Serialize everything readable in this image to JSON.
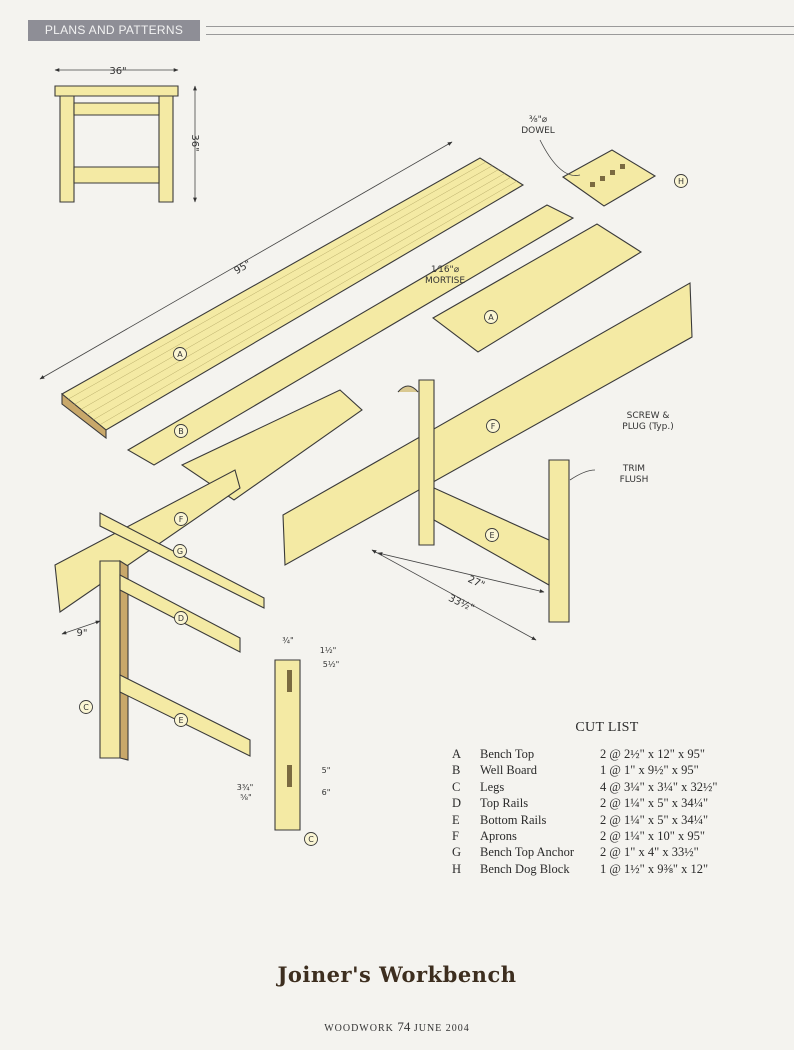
{
  "header": {
    "section_label": "PLANS AND PATTERNS"
  },
  "drawing": {
    "wood_color": "#f4eaa4",
    "end_grain_color": "#c9a86a",
    "line_color": "#3a3a3a",
    "part_labels": [
      "A",
      "A",
      "B",
      "C",
      "C",
      "D",
      "E",
      "E",
      "F",
      "F",
      "G",
      "H"
    ],
    "dimensions": {
      "front_width": "36\"",
      "front_height": "36\"",
      "length": "95\"",
      "span": "27\"",
      "span_outer": "33½\"",
      "overhang": "9\"",
      "tenon_thickness": "¾\"",
      "tenon_top": "1½\"",
      "tenon_length": "5½\"",
      "mortise_top": "5\"",
      "mortise_bottom": "6\"",
      "rail_end": "3¾\"",
      "rail_setback": "⅝\""
    },
    "callouts": {
      "dowel": [
        "⅜\"⌀",
        "DOWEL"
      ],
      "mortise": [
        "1⁄16\"⌀",
        "MORTISE"
      ],
      "screw_plug": [
        "SCREW &",
        "PLUG (Typ.)"
      ],
      "trim_flush": [
        "TRIM",
        "FLUSH"
      ]
    }
  },
  "cut_list": {
    "title": "CUT LIST",
    "rows": [
      {
        "letter": "A",
        "part": "Bench Top",
        "dims": "2 @ 2½\" x 12\" x 95\""
      },
      {
        "letter": "B",
        "part": "Well Board",
        "dims": "1 @ 1\" x 9½\" x 95\""
      },
      {
        "letter": "C",
        "part": "Legs",
        "dims": "4 @ 3¼\" x 3¼\" x 32½\""
      },
      {
        "letter": "D",
        "part": "Top Rails",
        "dims": "2 @ 1¼\" x 5\" x 34¼\""
      },
      {
        "letter": "E",
        "part": "Bottom Rails",
        "dims": "2 @ 1¼\" x 5\" x 34¼\""
      },
      {
        "letter": "F",
        "part": "Aprons",
        "dims": "2 @ 1¼\" x 10\" x 95\""
      },
      {
        "letter": "G",
        "part": "Bench Top Anchor",
        "dims": "2 @ 1\" x 4\" x 33½\""
      },
      {
        "letter": "H",
        "part": "Bench Dog Block",
        "dims": "1 @ 1½\" x 9⅜\" x 12\""
      }
    ]
  },
  "page_title": "Joiner's Workbench",
  "footer": {
    "magazine": "WOODWORK",
    "page_number": "74",
    "issue": "JUNE 2004"
  }
}
